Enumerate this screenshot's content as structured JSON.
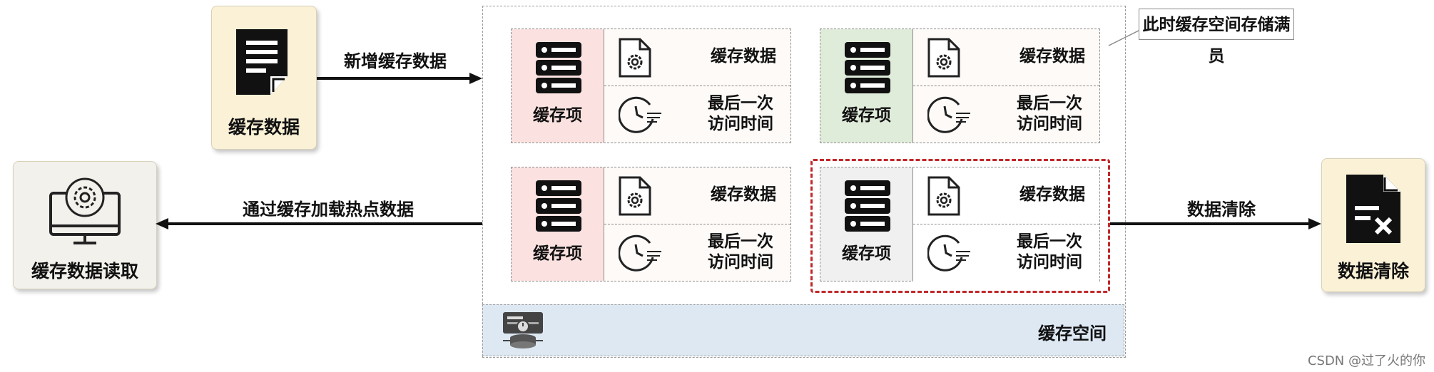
{
  "left_source": {
    "label": "缓存数据"
  },
  "arrow_add": {
    "label": "新增缓存数据"
  },
  "left_reader": {
    "label": "缓存数据读取"
  },
  "arrow_load": {
    "label": "通过缓存加载热点数据"
  },
  "cache_space": {
    "label": "缓存空间"
  },
  "callout": {
    "label": "此时缓存空间存储满员"
  },
  "cache_items": [
    {
      "label": "缓存项",
      "data_label": "缓存数据",
      "time_label": "最后一次访问时间",
      "tint": "#fbe2e0"
    },
    {
      "label": "缓存项",
      "data_label": "缓存数据",
      "time_label": "最后一次访问时间",
      "tint": "#e0ecda"
    },
    {
      "label": "缓存项",
      "data_label": "缓存数据",
      "time_label": "最后一次访问时间",
      "tint": "#fbe2e0"
    },
    {
      "label": "缓存项",
      "data_label": "缓存数据",
      "time_label": "最后一次访问时间",
      "tint": "#f0f0f0"
    }
  ],
  "arrow_clear": {
    "label": "数据清除"
  },
  "right_target": {
    "label": "数据清除"
  },
  "watermark": "CSDN @过了火的你",
  "colors": {
    "side_box": "#faf1d6",
    "reader_box": "#f3f1ec",
    "evict_border": "#c0282a",
    "space_footer": "#dde8f3"
  }
}
